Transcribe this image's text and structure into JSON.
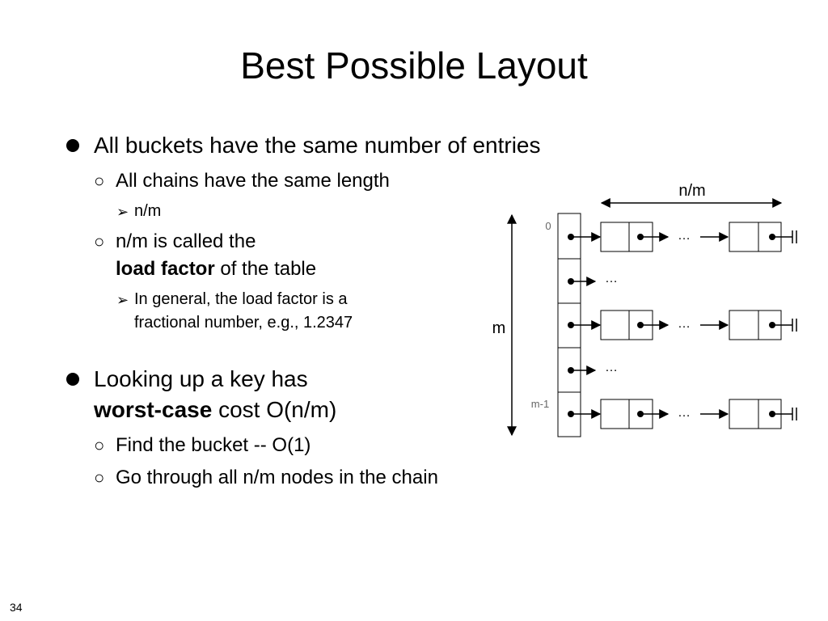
{
  "title": "Best Possible Layout",
  "slide_number": "34",
  "bullets": [
    {
      "text": "All buckets have the same number of entries",
      "sub": [
        {
          "text": "All chains have the same length",
          "sub": [
            "n/m"
          ]
        },
        {
          "text_line1": "n/m is called the",
          "text_line2_bold": "load factor",
          "text_line2_rest": " of the table",
          "sub_line1": "In general, the load factor is a",
          "sub_line2": "fractional number, e.g., 1.2347"
        }
      ]
    },
    {
      "text_line1": "Looking up a key has",
      "text_line2_bold": "worst-case",
      "text_line2_rest": " cost O(n/m)",
      "sub": [
        "Find the bucket -- O(1)",
        "Go through all n/m nodes in the chain"
      ]
    }
  ],
  "diagram": {
    "width_label": "n/m",
    "height_label": "m",
    "first_index": "0",
    "last_index": "m-1",
    "ellipsis": "…",
    "rows": [
      {
        "index": "0",
        "chain": true
      },
      {
        "index": "",
        "chain": false
      },
      {
        "index": "",
        "chain": true
      },
      {
        "index": "",
        "chain": false
      },
      {
        "index": "m-1",
        "chain": true
      }
    ]
  }
}
